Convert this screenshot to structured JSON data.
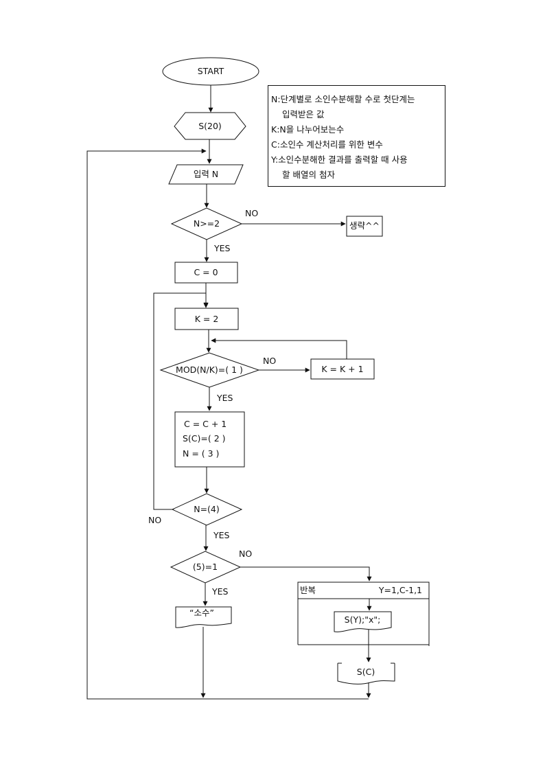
{
  "flowchart": {
    "start": "START",
    "dim": "S(20)",
    "input": "입력 N",
    "cond_n_ge_2": "N>=2",
    "omitted": "생략^^",
    "init_c": "C = 0",
    "init_k": "K = 2",
    "cond_mod": "MOD(N/K)=( 1 )",
    "inc_k": "K = K + 1",
    "process": [
      "C = C + 1",
      "S(C)=(  2  )",
      "N = (  3  )"
    ],
    "cond_n4": "N=(4)",
    "cond_5": "(5)=1",
    "print_prime": "“소수”",
    "loop_label": "반복",
    "loop_range": "Y=1,C-1,1",
    "print_sy": "S(Y);\"x\";",
    "print_sc": "S(C)",
    "labels": {
      "yes": "YES",
      "no": "NO"
    }
  },
  "legend": {
    "lines": [
      "N:단계별로 소인수분해할 수로 첫단계는",
      "입력받은 값",
      "K:N을 나누어보는수",
      "C:소인수 계산처리를 위한 변수",
      "Y:소인수분해한 결과를 출력할 때 사용",
      "할 배열의 첨자"
    ]
  }
}
